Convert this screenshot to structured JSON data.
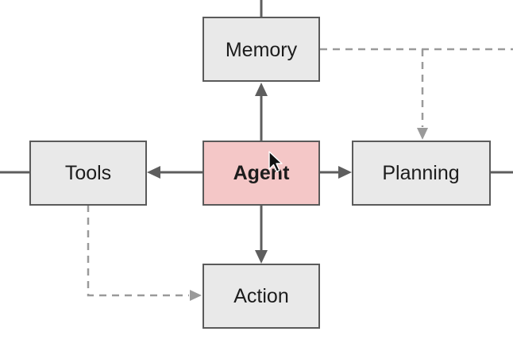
{
  "diagram": {
    "nodes": {
      "memory": {
        "label": "Memory"
      },
      "tools": {
        "label": "Tools"
      },
      "agent": {
        "label": "Agent"
      },
      "planning": {
        "label": "Planning"
      },
      "action": {
        "label": "Action"
      }
    },
    "colors": {
      "node_fill": "#e9e9e9",
      "agent_fill": "#f4c7c7",
      "node_border": "#5a5a5a",
      "solid_edge": "#5e5e5e",
      "dashed_edge": "#9a9a9a"
    }
  }
}
